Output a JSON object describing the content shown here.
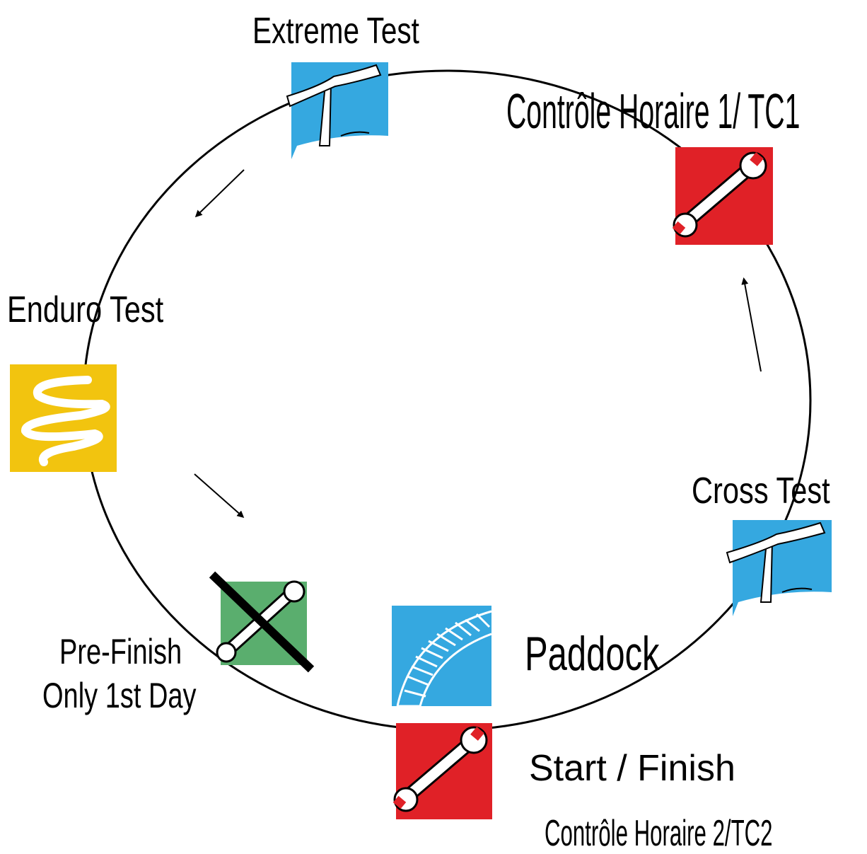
{
  "diagram": {
    "nodes": {
      "extreme_test": {
        "label": "Extreme Test",
        "icon": "flag-marker-icon",
        "color": "#35a8e0"
      },
      "tc1": {
        "label": "Contrôle Horaire 1/ TC1",
        "icon": "wrench-icon",
        "color": "#e02127"
      },
      "enduro_test": {
        "label": "Enduro Test",
        "icon": "winding-trail-icon",
        "color": "#f2c40f"
      },
      "cross_test": {
        "label": "Cross Test",
        "icon": "flag-marker-icon",
        "color": "#35a8e0"
      },
      "pre_finish": {
        "label_line1": "Pre-Finish",
        "label_line2": "Only 1st Day",
        "icon": "crossed-wrench-icon",
        "color": "#5aae6e"
      },
      "paddock": {
        "label": "Paddock",
        "icon": "paddock-net-icon",
        "color": "#35a8e0"
      },
      "start_finish": {
        "label": "Start / Finish",
        "sublabel": "Contrôle Horaire 2/TC2",
        "icon": "wrench-icon",
        "color": "#e02127"
      }
    },
    "arrows": [
      "arrow-down-left",
      "arrow-down-right",
      "arrow-up"
    ]
  }
}
